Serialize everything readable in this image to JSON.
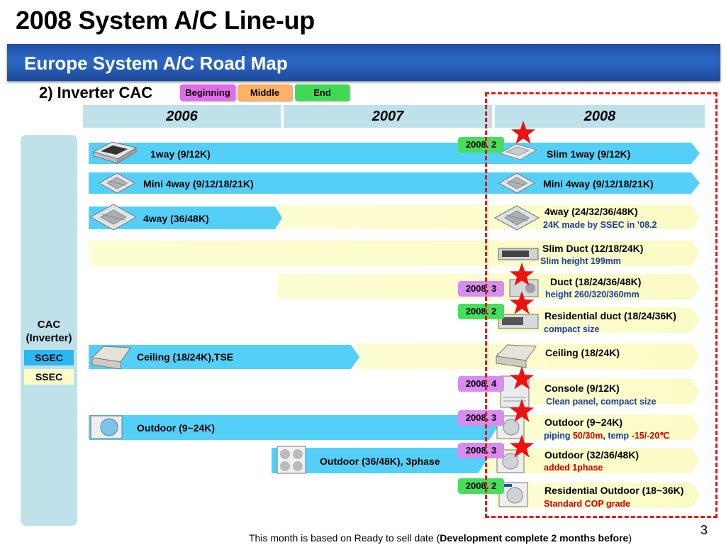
{
  "header": {
    "title": "2008 System A/C Line-up",
    "band_title": "Europe System A/C Road Map",
    "subtitle": "2) Inverter CAC"
  },
  "legend": {
    "beginning": "Beginning",
    "middle": "Middle",
    "end": "End"
  },
  "years": [
    "2006",
    "2007",
    "2008"
  ],
  "sidebar": {
    "cac_line1": "CAC",
    "cac_line2": "(Inverter)",
    "sgec": "SGEC",
    "ssec": "SSEC"
  },
  "rows": {
    "r1": {
      "left": "1way (9/12K)",
      "right": "Slim 1way (9/12K)",
      "date": "2008. 2"
    },
    "r2": {
      "left": "Mini 4way (9/12/18/21K)",
      "right": "Mini 4way (9/12/18/21K)"
    },
    "r3": {
      "left": "4way (36/48K)",
      "right": "4way (24/32/36/48K)",
      "note": "24K made by SSEC in ’08.2"
    },
    "r4": {
      "right": "Slim Duct (12/18/24K)",
      "note": "Slim height 199mm"
    },
    "r5": {
      "right": "Duct (18/24/36/48K)",
      "note": "height 260/320/360mm",
      "date": "2008. 3"
    },
    "r6": {
      "right": "Residential duct (18/24/36K)",
      "note": "compact size",
      "date": "2008. 2"
    },
    "r7": {
      "left": "Ceiling (18/24K),TSE",
      "right": "Ceiling (18/24K)"
    },
    "r8": {
      "right": "Console (9/12K)",
      "note": "Clean panel, compact size",
      "date": "2008. 4"
    },
    "r9": {
      "left": "Outdoor (9~24K)",
      "right": "Outdoor (9~24K)",
      "note_a": "piping ",
      "note_b": "50/30m",
      "note_c": ", temp ",
      "note_d": "-15/-20℃",
      "date": "2008. 3"
    },
    "r10": {
      "left": "Outdoor (36/48K), 3phase",
      "right": "Outdoor (32/36/48K)",
      "note": "added 1phase",
      "date": "2008. 3"
    },
    "r11": {
      "right": "Residential Outdoor (18~36K)",
      "note": "Standard COP grade",
      "date": "2008. 2"
    }
  },
  "footer": {
    "text_before": "This month is based on Ready to sell date (",
    "text_bold": "Development complete 2 months before",
    "text_after": ")",
    "page": "3"
  },
  "colors": {
    "sgec_arrow": "#54d0f8",
    "ssec_arrow": "#fdfdd2",
    "band": "#2357b4",
    "year_box": "#bfe2ea",
    "star": "#ee1111",
    "dashed_frame": "#e21b1b"
  }
}
